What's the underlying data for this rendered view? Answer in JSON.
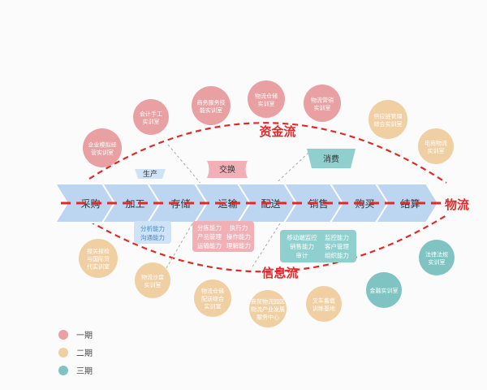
{
  "colors": {
    "phase1": "#e8a0a3",
    "phase2": "#f0cfa3",
    "phase3": "#7fc3c2",
    "chevron": "#bcd6f2",
    "flow_red": "#e02a2a",
    "box_pink": "#f0b0b6",
    "box_teal": "#8fcfce",
    "box_blue": "#cfe3f7"
  },
  "flows": {
    "capital": "资金流",
    "information": "信息流",
    "logistics": "物流"
  },
  "chevrons": [
    "采购",
    "加工",
    "存储",
    "运输",
    "配送",
    "销售",
    "购买",
    "结算"
  ],
  "tags": {
    "production": "生产",
    "exchange": "交换",
    "consumption": "消费"
  },
  "skill_boxes": {
    "storage": [
      "分析能力",
      "沟通能力"
    ],
    "transport": [
      "分拣能力",
      "执行力",
      "产品管理",
      "操作能力",
      "运输能力",
      "理解能力"
    ],
    "sales": [
      "移动端监控",
      "监控能力",
      "销售能力",
      "客户管理",
      "审计",
      "组织能力"
    ]
  },
  "labs": [
    {
      "label": "企业模拟经营实训室",
      "phase": "phase1"
    },
    {
      "label": "会计手工实训室",
      "phase": "phase1"
    },
    {
      "label": "商务服务技能实训室",
      "phase": "phase1"
    },
    {
      "label": "物流仓储实训室",
      "phase": "phase1"
    },
    {
      "label": "物流营销实训室",
      "phase": "phase1"
    },
    {
      "label": "供应链管理综合实训室",
      "phase": "phase2"
    },
    {
      "label": "电商物流实训室",
      "phase": "phase2"
    },
    {
      "label": "报关报检与国际货代实训室",
      "phase": "phase2"
    },
    {
      "label": "物流沙盘实训室",
      "phase": "phase2"
    },
    {
      "label": "物流仓储配送综合实训室",
      "phase": "phase2"
    },
    {
      "label": "商贸物流园区物流产业发展服务中心",
      "phase": "phase2"
    },
    {
      "label": "叉车搬载训练基地",
      "phase": "phase2"
    },
    {
      "label": "金融实训室",
      "phase": "phase3"
    },
    {
      "label": "法律法规实训室",
      "phase": "phase3"
    }
  ],
  "legend": [
    {
      "label": "一期",
      "phase": "phase1"
    },
    {
      "label": "二期",
      "phase": "phase2"
    },
    {
      "label": "三期",
      "phase": "phase3"
    }
  ]
}
